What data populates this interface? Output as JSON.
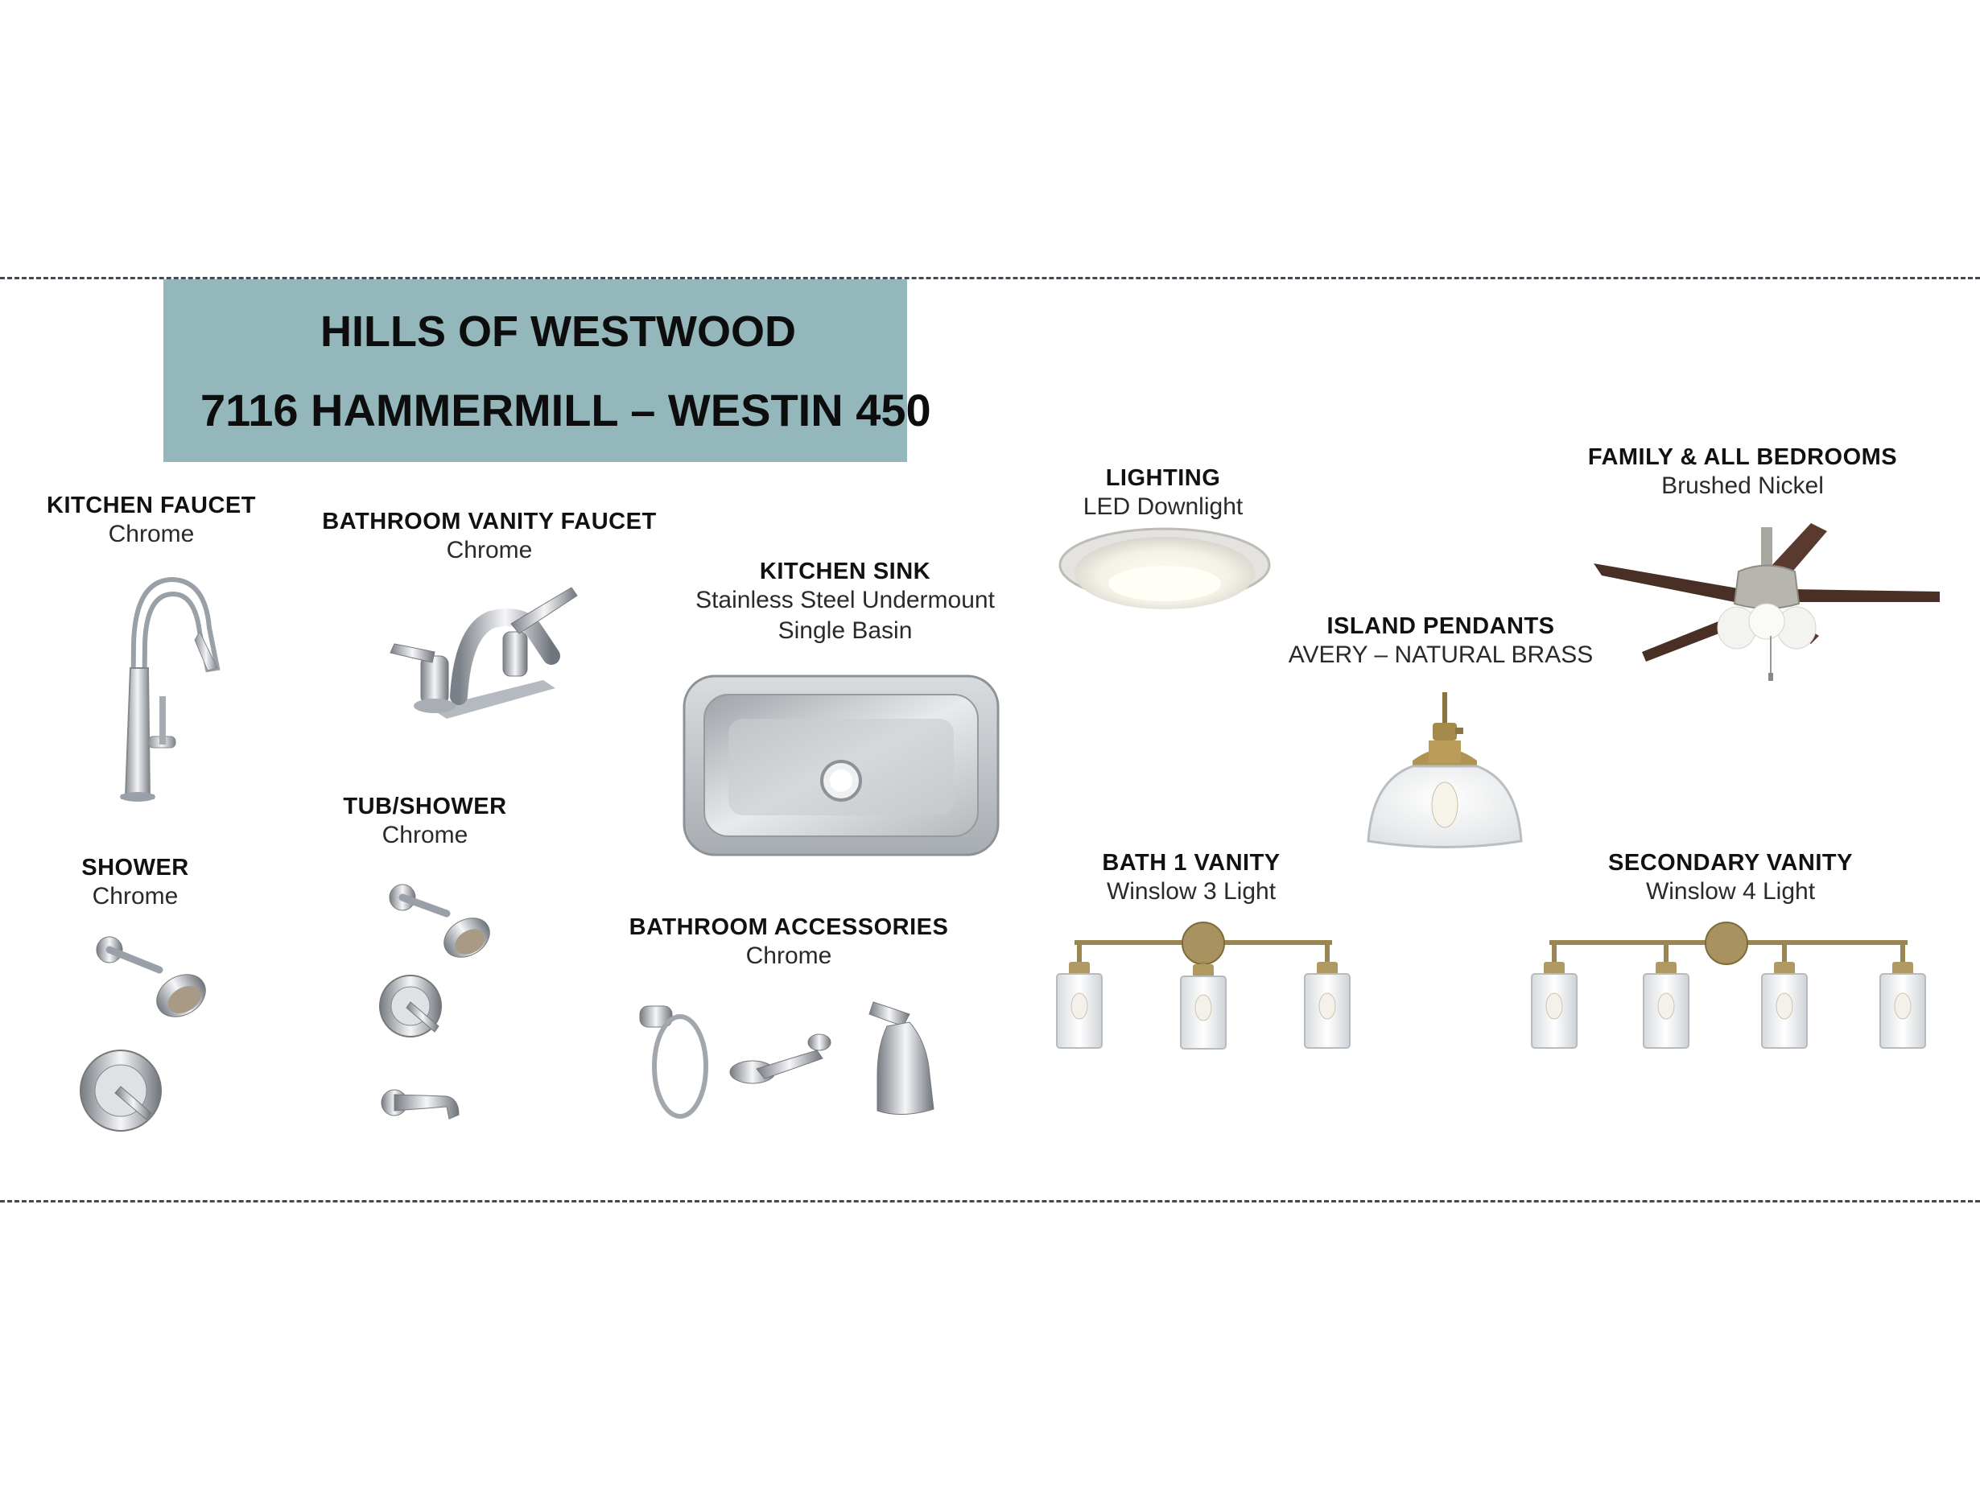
{
  "header": {
    "title": "HILLS OF WESTWOOD",
    "subtitle": "7116 HAMMERMILL – WESTIN 450",
    "banner_color": "#94b7bb"
  },
  "items": {
    "kitchen_faucet": {
      "title": "KITCHEN FAUCET",
      "finish": "Chrome",
      "icon": "kitchen-faucet-icon"
    },
    "bath_vanity_faucet": {
      "title": "BATHROOM VANITY FAUCET",
      "finish": "Chrome",
      "icon": "vanity-faucet-icon"
    },
    "kitchen_sink": {
      "title": "KITCHEN SINK",
      "line1": "Stainless Steel Undermount",
      "line2": "Single Basin",
      "icon": "sink-icon"
    },
    "lighting": {
      "title": "LIGHTING",
      "finish": "LED Downlight",
      "icon": "downlight-icon"
    },
    "ceiling_fan": {
      "title": "FAMILY & ALL BEDROOMS",
      "finish": "Brushed Nickel",
      "icon": "ceiling-fan-icon"
    },
    "island_pendants": {
      "title": "ISLAND PENDANTS",
      "finish": "AVERY – NATURAL BRASS",
      "icon": "pendant-icon"
    },
    "tub_shower": {
      "title": "TUB/SHOWER",
      "finish": "Chrome",
      "icon": "tub-shower-icon"
    },
    "shower": {
      "title": "SHOWER",
      "finish": "Chrome",
      "icon": "shower-icon"
    },
    "bath_accessories": {
      "title": "BATHROOM ACCESSORIES",
      "finish": "Chrome",
      "icon": "bath-accessories-icon"
    },
    "bath1_vanity": {
      "title": "BATH 1 VANITY",
      "finish": "Winslow 3 Light",
      "icon": "vanity-3-light-icon"
    },
    "secondary_vanity": {
      "title": "SECONDARY VANITY",
      "finish": "Winslow 4 Light",
      "icon": "vanity-4-light-icon"
    }
  }
}
